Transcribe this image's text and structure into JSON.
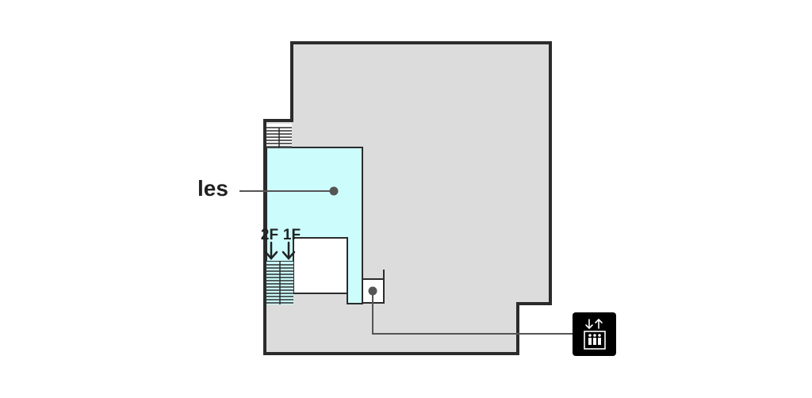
{
  "map": {
    "area_label": "les",
    "stair_labels": {
      "upper": "2F",
      "lower": "1F"
    },
    "elevator_icon": "elevator-icon",
    "colors": {
      "floor": "#dcdcdc",
      "highlight": "#ccfcfc",
      "wall": "#2b2b2b",
      "leader": "#555555",
      "icon_bg": "#000000",
      "icon_fg": "#ffffff"
    }
  }
}
